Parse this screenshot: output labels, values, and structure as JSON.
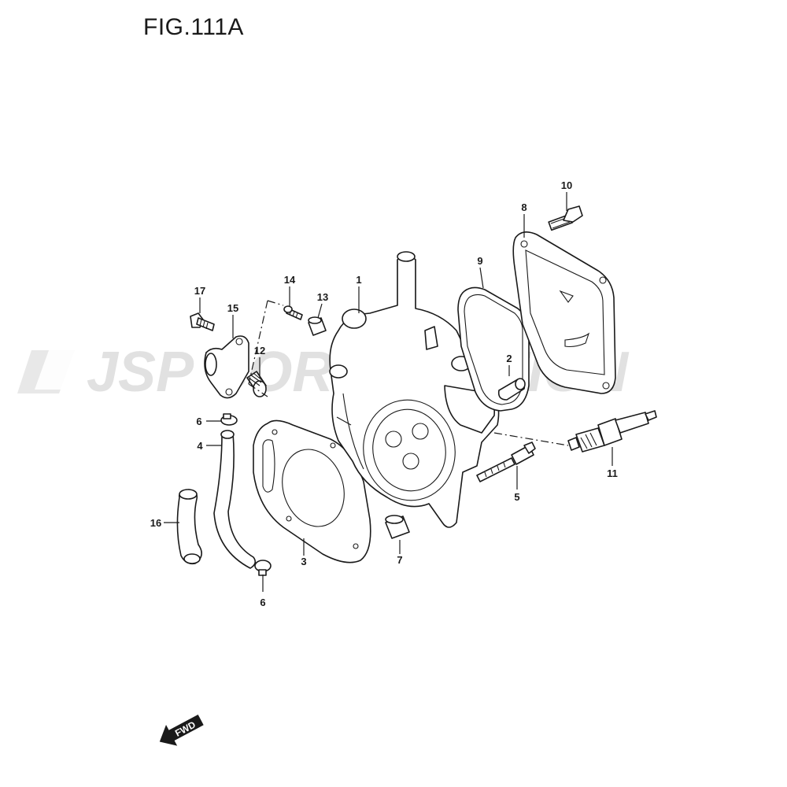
{
  "figure": {
    "title": "FIG.111A"
  },
  "watermark": {
    "text": "JSP CORPORATION"
  },
  "direction_marker": {
    "label": "FWD"
  },
  "callouts": [
    {
      "ref": "1"
    },
    {
      "ref": "2"
    },
    {
      "ref": "3"
    },
    {
      "ref": "4"
    },
    {
      "ref": "5"
    },
    {
      "ref": "6"
    },
    {
      "ref": "6"
    },
    {
      "ref": "7"
    },
    {
      "ref": "8"
    },
    {
      "ref": "9"
    },
    {
      "ref": "10"
    },
    {
      "ref": "11"
    },
    {
      "ref": "12"
    },
    {
      "ref": "13"
    },
    {
      "ref": "14"
    },
    {
      "ref": "15"
    },
    {
      "ref": "16"
    },
    {
      "ref": "17"
    }
  ]
}
